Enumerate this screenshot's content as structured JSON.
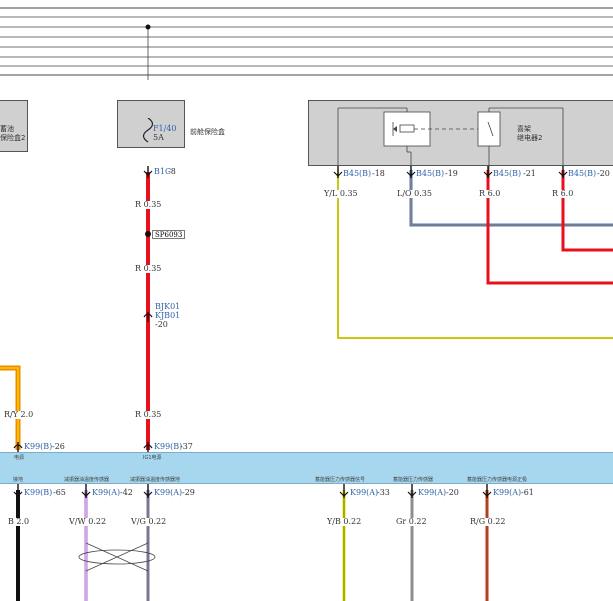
{
  "left_box": {
    "line1": "蓄池",
    "line2": "保险盒2"
  },
  "fuse_box": {
    "fuse_id": "F1/40",
    "rating": "5A",
    "label": "前舱保险盒",
    "pin": "B1C",
    "pin_num": "-8"
  },
  "relay_box": {
    "line1": "喜架",
    "line2": "继电器2"
  },
  "relay_pins": [
    {
      "conn": "B45(B)",
      "num": "-18",
      "wire": "Y/L 0.35"
    },
    {
      "conn": "B45(B)",
      "num": "-19",
      "wire": "L/O 0.35"
    },
    {
      "conn": "B45(B)",
      "num": "-21",
      "wire": "R 6.0"
    },
    {
      "conn": "B45(B)",
      "num": "-20",
      "wire": "R 6.0"
    }
  ],
  "center_wire": {
    "w1": "R 0.35",
    "splice": "SP6093",
    "w2": "R 0.35",
    "bjk1": "BJK01",
    "bjk2": "KJB01",
    "bjk_num": "-20",
    "w3": "R 0.35"
  },
  "left_wire": {
    "label": "R/Y 2.0"
  },
  "upper_pins": [
    {
      "conn": "K99(B)",
      "num": "-26",
      "sub": "电源"
    },
    {
      "conn": "K99(B)",
      "num": "-37",
      "sub": "IG1电源"
    }
  ],
  "lower_pins": [
    {
      "name": "接地",
      "conn": "K99(B)",
      "num": "-65",
      "wire": "B 2.0"
    },
    {
      "name": "减振器油温度传感器",
      "conn": "K99(A)",
      "num": "-42",
      "wire": "V/W 0.22"
    },
    {
      "name": "减振器油温度传感器地",
      "conn": "K99(A)",
      "num": "-29",
      "wire": "V/G 0.22"
    },
    {
      "name": "蓄能器压力传感器信号",
      "conn": "K99(A)",
      "num": "-33",
      "wire": "Y/B 0.22"
    },
    {
      "name": "蓄能器压力传感器",
      "conn": "K99(A)",
      "num": "-20",
      "wire": "Gr 0.22"
    },
    {
      "name": "蓄能器压力传感器电源正极",
      "conn": "K99(A)",
      "num": "-61",
      "wire": "R/G 0.22"
    }
  ],
  "colors": {
    "red": "#e8101a",
    "yellow": "#e4e600",
    "blue": "#4a78c0",
    "band": "#a7d7ef",
    "orange": "#f08a00",
    "violet": "#b06ad0"
  }
}
